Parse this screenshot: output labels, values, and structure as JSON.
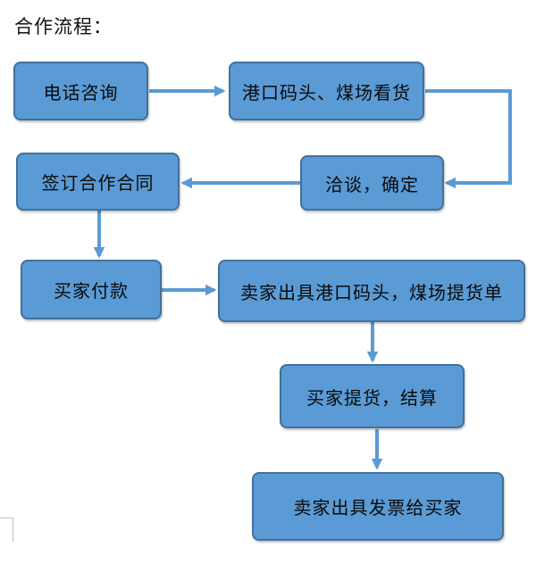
{
  "title": "合作流程：",
  "colors": {
    "box_fill": "#5b9bd5",
    "box_border": "#41719c",
    "arrow": "#5b9bd5"
  },
  "nodes": [
    {
      "id": "phone-consult",
      "label": "电话咨询"
    },
    {
      "id": "port-inspect",
      "label": "港口码头、煤场看货"
    },
    {
      "id": "negotiate",
      "label": "洽谈，确定"
    },
    {
      "id": "sign-contract",
      "label": "签订合作合同"
    },
    {
      "id": "buyer-pay",
      "label": "买家付款"
    },
    {
      "id": "seller-bill",
      "label": "卖家出具港口码头，煤场提货单"
    },
    {
      "id": "buyer-pickup",
      "label": "买家提货，结算"
    },
    {
      "id": "seller-invoice",
      "label": "卖家出具发票给买家"
    }
  ],
  "edges": [
    {
      "from": "phone-consult",
      "to": "port-inspect"
    },
    {
      "from": "port-inspect",
      "to": "negotiate"
    },
    {
      "from": "negotiate",
      "to": "sign-contract"
    },
    {
      "from": "sign-contract",
      "to": "buyer-pay"
    },
    {
      "from": "buyer-pay",
      "to": "seller-bill"
    },
    {
      "from": "seller-bill",
      "to": "buyer-pickup"
    },
    {
      "from": "buyer-pickup",
      "to": "seller-invoice"
    }
  ]
}
